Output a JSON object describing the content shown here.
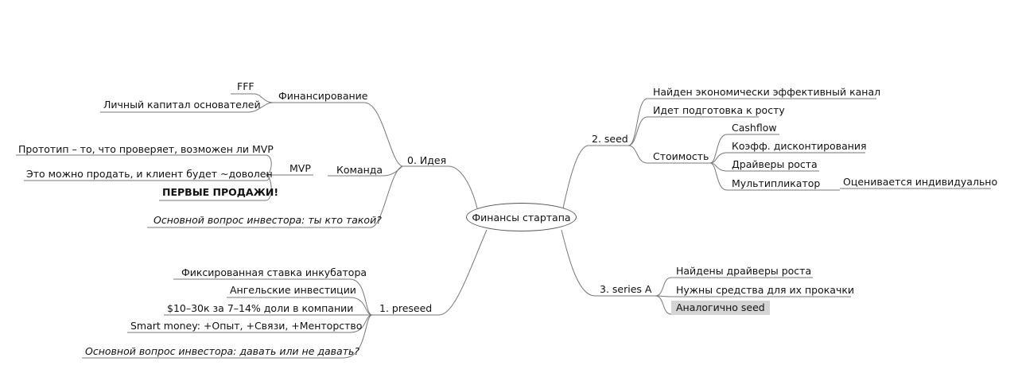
{
  "center": "Финансы стартапа",
  "idea": {
    "label": "0. Идея",
    "financing": {
      "label": "Финансирование",
      "items": [
        "FFF",
        "Личный капитал основателей"
      ]
    },
    "team": {
      "label": "Команда"
    },
    "mvp": {
      "label": "MVP",
      "items": [
        "Прототип – то, что проверяет, возможен ли MVP",
        "Это можно продать, и клиент будет ~доволен",
        "ПЕРВЫЕ ПРОДАЖИ!"
      ]
    },
    "question": "Основной вопрос инвестора: ты кто такой?"
  },
  "preseed": {
    "label": "1. preseed",
    "items": [
      "Фиксированная ставка инкубатора",
      "Ангельские инвестиции",
      "$10–30к за 7–14% доли в компании",
      "Smart money: +Опыт, +Связи, +Менторство"
    ],
    "question": "Основной вопрос инвестора: давать или не давать?"
  },
  "seed": {
    "label": "2. seed",
    "items": [
      "Найден экономически эффективный канал",
      "Идет подготовка к росту"
    ],
    "value": {
      "label": "Стоимость",
      "items": [
        "Cashflow",
        "Коэфф. дисконтирования",
        "Драйверы роста",
        "Мультипликатор"
      ],
      "multiplier_note": "Оценивается индивидуально"
    }
  },
  "seriesA": {
    "label": "3. series A",
    "items": [
      "Найдены драйверы роста",
      "Нужны средства для их прокачки",
      "Аналогично seed"
    ]
  }
}
